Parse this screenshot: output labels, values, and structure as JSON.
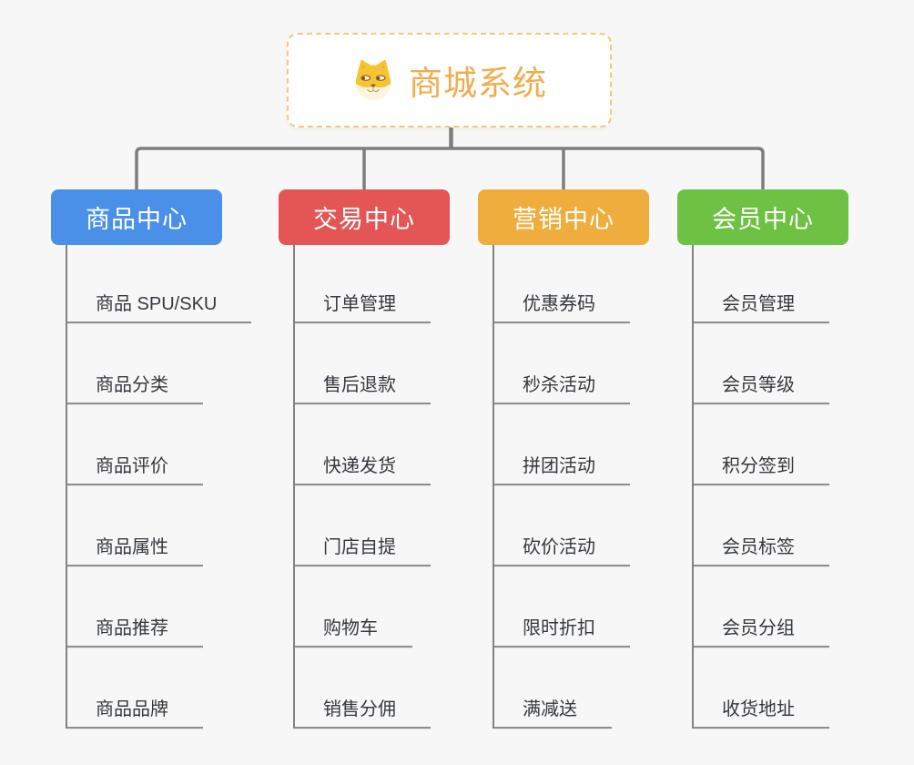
{
  "root": {
    "title": "商城系统",
    "icon": "dog-face-icon"
  },
  "branches": [
    {
      "label": "商品中心",
      "color": "#4a90e8",
      "children": [
        "商品 SPU/SKU",
        "商品分类",
        "商品评价",
        "商品属性",
        "商品推荐",
        "商品品牌"
      ]
    },
    {
      "label": "交易中心",
      "color": "#e45556",
      "children": [
        "订单管理",
        "售后退款",
        "快递发货",
        "门店自提",
        "购物车",
        "销售分佣"
      ]
    },
    {
      "label": "营销中心",
      "color": "#efad3d",
      "children": [
        "优惠券码",
        "秒杀活动",
        "拼团活动",
        "砍价活动",
        "限时折扣",
        "满减送"
      ]
    },
    {
      "label": "会员中心",
      "color": "#6dc143",
      "children": [
        "会员管理",
        "会员等级",
        "积分签到",
        "会员标签",
        "会员分组",
        "收货地址"
      ]
    }
  ],
  "colors": {
    "background": "#f7f7f7",
    "connector": "#7e7e7e",
    "trunk": "#828282",
    "underline": "#8f8f8f",
    "leaf_text": "#34383d",
    "root_text": "#f0ad4e",
    "root_border": "#f3c976",
    "root_background": "#ffffff",
    "branch_text": "#ffffff"
  }
}
